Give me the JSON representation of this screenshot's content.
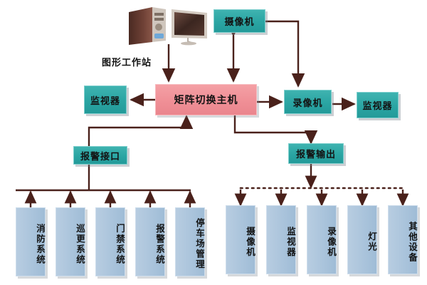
{
  "diagram": {
    "title_caption": "图形工作站",
    "palette": {
      "teal": "#2aa5a3",
      "pink": "#ef8e95",
      "blue": "#a9c3db",
      "line": "#4a211b",
      "background": "#ffffff"
    },
    "workstation": {
      "label": "图形工作站",
      "icon": "desktop-computer-icon"
    },
    "nodes": {
      "camera_top": "摄像机",
      "monitor_left": "监视器",
      "matrix_host": "矩阵切换主机",
      "recorder": "录像机",
      "monitor_right": "监视器",
      "alarm_input": "报警接口",
      "alarm_output": "报警输出"
    },
    "alarm_input_sources": [
      "消防系统",
      "巡更系统",
      "门禁系统",
      "报警系统",
      "停车场管理"
    ],
    "alarm_output_targets": [
      "摄像机",
      "监视器",
      "录像机",
      "灯光",
      "其他设备"
    ]
  }
}
